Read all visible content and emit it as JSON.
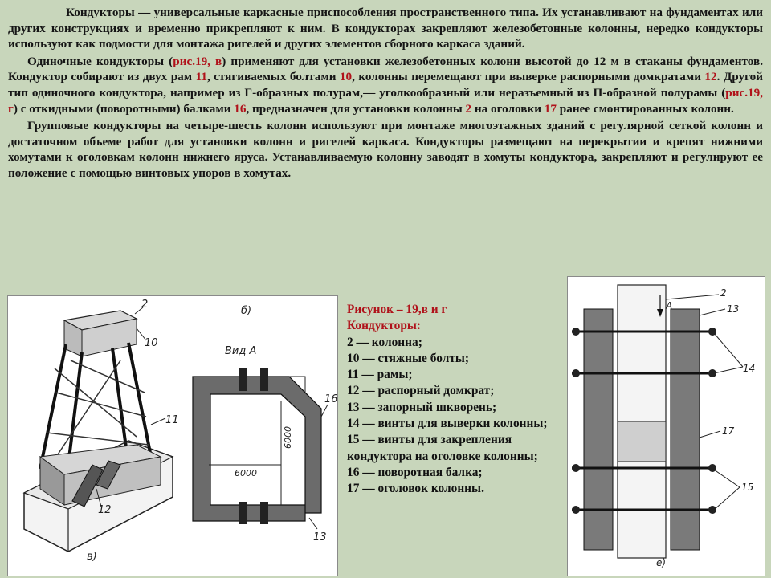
{
  "paragraphs": [
    {
      "id": "p1",
      "segments": [
        {
          "t": "Кондукторы — универсальные каркасные приспособления пространственного типа. Их устанавливают на фундаментах или других конструкциях и временно прикрепляют к ним. В кондукторах закрепляют железобетонные колонны, нередко кондукторы используют как подмости для монтажа ригелей и других элементов сборного каркаса зданий."
        }
      ]
    },
    {
      "id": "p2",
      "segments": [
        {
          "t": "Одиночные кондукторы ("
        },
        {
          "t": "рис.19, в",
          "ref": true
        },
        {
          "t": ") применяют для установки железобетонных колонн высотой до 12 м в стаканы фундаментов. Кондуктор собирают из двух рам "
        },
        {
          "t": "11",
          "ref": true
        },
        {
          "t": ", стягиваемых болтами "
        },
        {
          "t": "10",
          "ref": true
        },
        {
          "t": ", колонны перемещают при выверке распорными домкратами "
        },
        {
          "t": "12",
          "ref": true
        },
        {
          "t": ". Другой тип одиночного кондуктора, например из Г-образных полурам,— уголкообразный или неразъемный из П-образной полурамы ("
        },
        {
          "t": "рис.19, г",
          "ref": true
        },
        {
          "t": ") с откидными (поворотными) балками "
        },
        {
          "t": "16",
          "ref": true
        },
        {
          "t": ", предназначен для установки колонны "
        },
        {
          "t": "2",
          "ref": true
        },
        {
          "t": " на оголовки "
        },
        {
          "t": "17",
          "ref": true
        },
        {
          "t": " ранее смонтированных колонн."
        }
      ]
    },
    {
      "id": "p3",
      "segments": [
        {
          "t": "Групповые кондукторы на четыре-шесть колонн используют при монтаже многоэтажных зданий с регулярной сеткой колонн и достаточном объеме работ для установки колонн и ригелей каркаса. Кондукторы размещают на перекрытии и крепят нижними хомутами к оголовкам колонн нижнего яруса. Устанавливаемую колонну заводят в хомуты кондуктора, закрепляют и регулируют ее положение с помощью винтовых упоров в хомутах."
        }
      ]
    }
  ],
  "caption": {
    "title_line1": "Рисунок – 19,в и г",
    "title_line2": "Кондукторы:",
    "items": [
      "2 — колонна;",
      "10 — стяжные болты;",
      "11 — рамы;",
      "12 — распорный домкрат;",
      "13 — запорный шкворень;",
      "14 — винты для выверки колонны;",
      "15 — винты для закрепления кондуктора на оголовке колонны;",
      "16 — поворотная балка;",
      "17 — оголовок колонны."
    ]
  },
  "figure_left": {
    "labels": {
      "n2": "2",
      "n10": "10",
      "n11": "11",
      "n12": "12",
      "view_b": "б)",
      "vid_a": "Вид А",
      "n16": "16",
      "n13": "13",
      "dim_width": "6000",
      "dim_height": "6000",
      "view_v": "в)"
    }
  },
  "figure_right": {
    "labels": {
      "n2": "2",
      "arrow_a": "А",
      "n13": "13",
      "n14": "14",
      "n17": "17",
      "n15": "15",
      "view_g": "е)"
    }
  },
  "colors": {
    "background": "#c8d6bb",
    "reference_red": "#b0121a",
    "text": "#151515"
  }
}
